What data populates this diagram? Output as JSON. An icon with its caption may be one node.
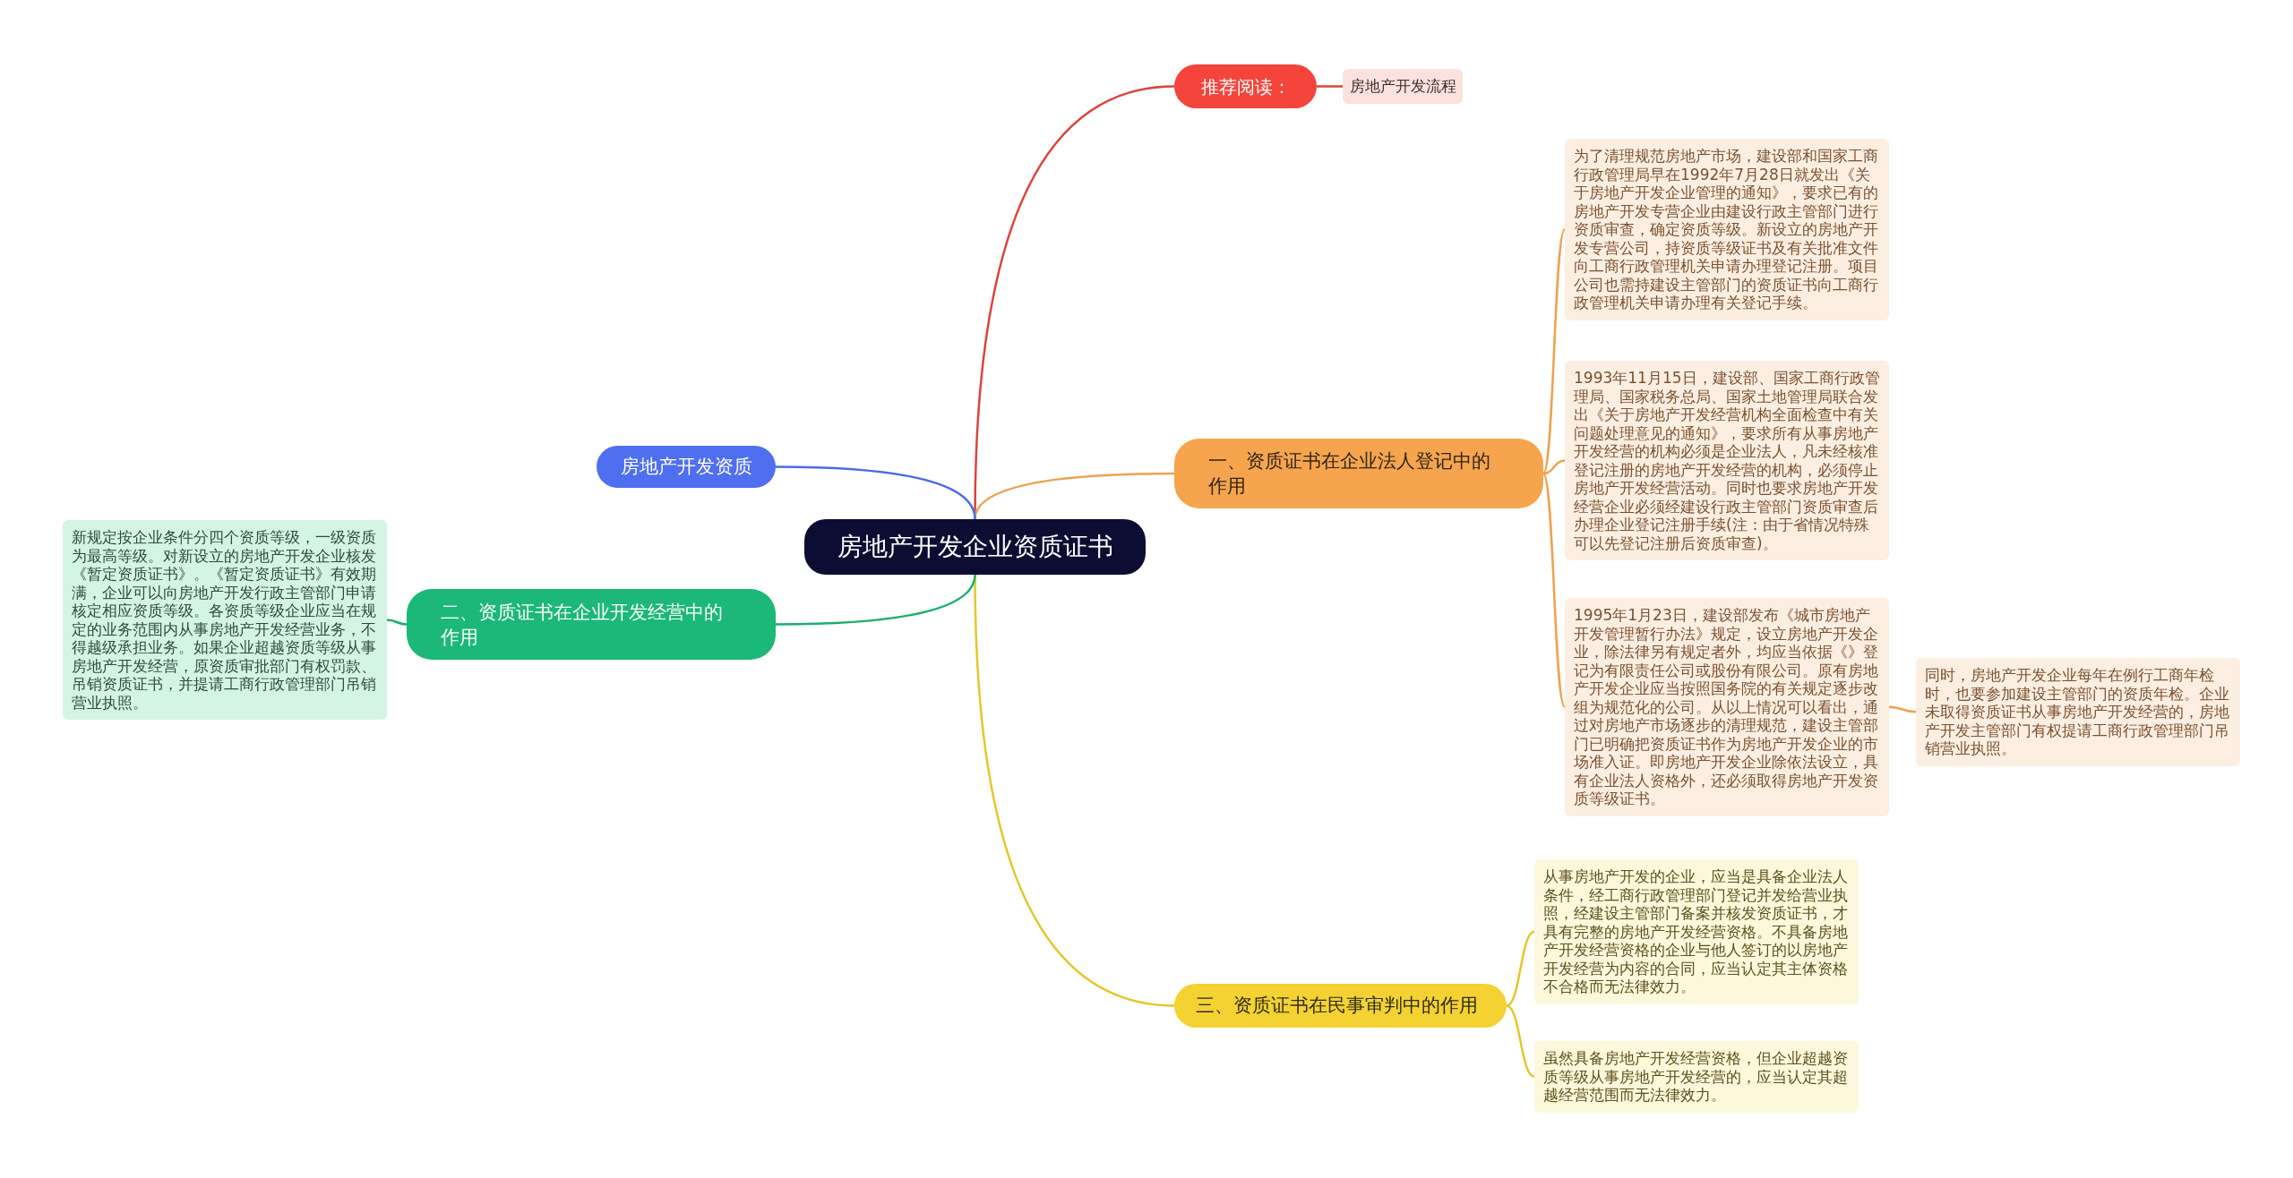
{
  "diagram": {
    "nodes": [
      {
        "text": [
          "房地产开发企业资质证书"
        ]
      },
      {
        "text": [
          "推荐阅读："
        ]
      },
      {
        "text": [
          "房地产开发流程"
        ]
      },
      {
        "text": [
          "一、资质证书在企业法人登记中的作用"
        ]
      },
      {
        "text": [
          "为了清理规范房地产市场，建设部和国家工商行政管理局早在1992年7月28日就发出《关于房地产开发企业管理的通知》，要求已有的房地产开发专营企业由建设行政主管部门进行资质审查，确定资质等级。新设立的房地产开发专营公司，持资质等级证书及有关批准文件向工商行政管理机关申请办理登记注册。项目公司也需持建设主管部门的资质证书向工商行政管理机关申请办理有关登记手续。"
        ]
      },
      {
        "text": [
          "1993年11月15日，建设部、国家工商行政管理局、国家税务总局、国家土地管理局联合发出《关于房地产开发经营机构全面检查中有关问题处理意见的通知》，要求所有从事房地产开发经营的机构必须是企业法人，凡未经核准登记注册的房地产开发经营的机构，必须停止房地产开发经营活动。同时也要求房地产开发经营企业必须经建设行政主管部门资质审查后办理企业登记注册手续(注：由于省情况特殊可以先登记注册后资质审查)。"
        ]
      },
      {
        "text": [
          "1995年1月23日，建设部发布《城市房地产开发管理暂行办法》规定，设立房地产开发企业，除法律另有规定者外，均应当依据《》登记为有限责任公司或股份有限公司。原有房地产开发企业应当按照国务院的有关规定逐步改组为规范化的公司。从以上情况可以看出，通过对房地产市场逐步的清理规范，建设主管部门已明确把资质证书作为房地产开发企业的市场准入证。即房地产开发企业除依法设立，具有企业法人资格外，还必须取得房地产开发资质等级证书。"
        ]
      },
      {
        "text": [
          "同时，房地产开发企业每年在例行工商年检时，也要参加建设主管部门的资质年检。企业未取得资质证书从事房地产开发经营的，房地产开发主管部门有权提请工商行政管理部门吊销营业执照。"
        ]
      },
      {
        "text": [
          "三、资质证书在民事审判中的作用"
        ]
      },
      {
        "text": [
          "从事房地产开发的企业，应当是具备企业法人条件，经工商行政管理部门登记并发给营业执照，经建设主管部门备案并核发资质证书，才具有完整的房地产开发经营资格。不具备房地产开发经营资格的企业与他人签订的以房地产开发经营为内容的合同，应当认定其主体资格不合格而无法律效力。"
        ]
      },
      {
        "text": [
          "虽然具备房地产开发经营资格，但企业超越资质等级从事房地产开发经营的，应当认定其超越经营范围而无法律效力。"
        ]
      },
      {
        "text": [
          "房地产开发资质"
        ]
      },
      {
        "text": [
          "二、资质证书在企业开发经营中的作用"
        ]
      },
      {
        "text": [
          "新规定按企业条件分四个资质等级，一级资质为最高等级。对新设立的房地产开发企业核发《暂定资质证书》。《暂定资质证书》有效期满，企业可以向房地产开发行政主管部门申请核定相应资质等级。各资质等级企业应当在规定的业务范围内从事房地产开发经营业务，不得越级承担业务。如果企业超越资质等级从事房地产开发经营，原资质审批部门有权罚款、吊销资质证书，并提请工商行政管理部门吊销营业执照。"
        ]
      }
    ],
    "edges": [
      {
        "from": 0,
        "to": 1,
        "arrow": "none",
        "color": "#d9453b"
      },
      {
        "from": 1,
        "to": 2,
        "arrow": "none",
        "color": "#d9453b"
      },
      {
        "from": 0,
        "to": 3,
        "arrow": "none"
      },
      {
        "from": 3,
        "to": 4,
        "arrow": "none"
      },
      {
        "from": 3,
        "to": 5,
        "arrow": "none"
      },
      {
        "from": 3,
        "to": 6,
        "arrow": "none"
      },
      {
        "from": 6,
        "to": 7,
        "arrow": "none"
      },
      {
        "from": 0,
        "to": 8,
        "arrow": "none",
        "color": "#e6c62c"
      },
      {
        "from": 8,
        "to": 9,
        "arrow": "none",
        "color": "#e6c62c"
      },
      {
        "from": 8,
        "to": 10,
        "arrow": "none",
        "color": "#e6c62c"
      },
      {
        "from": 0,
        "to": 11,
        "arrow": "none",
        "color": "#4a6be8"
      },
      {
        "from": 0,
        "to": 12,
        "arrow": "none",
        "color": "#1aae6e"
      },
      {
        "from": 12,
        "to": 13,
        "arrow": "none",
        "color": "#1aae6e"
      }
    ]
  }
}
